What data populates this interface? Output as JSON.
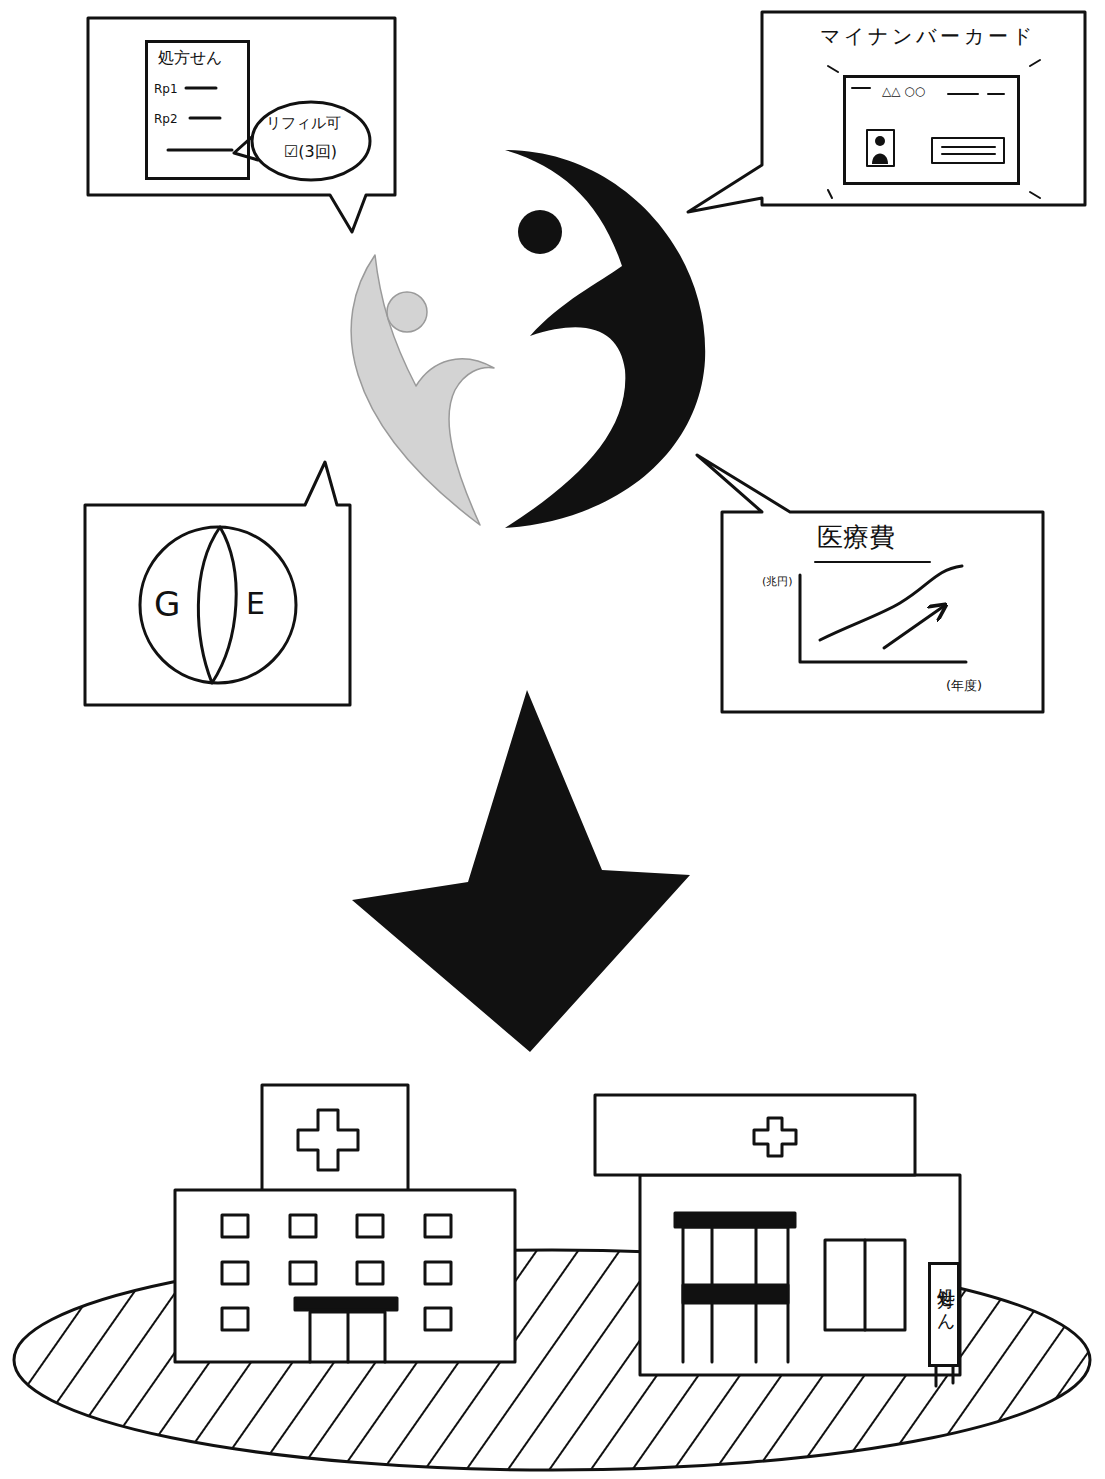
{
  "diagram": {
    "nodes": [
      {
        "text": [
          "処方せん",
          "Rp1",
          "Rp2"
        ]
      },
      {
        "text": [
          "リフィル可",
          "☑(3回)"
        ]
      },
      {
        "text": [
          "マイナンバーカード"
        ]
      },
      {
        "text": [
          "△△ ○○"
        ],
        "in": 2
      },
      {
        "text": [
          "G",
          "E"
        ]
      },
      {
        "text": [
          "医療費",
          "(兆円)",
          "(年度)"
        ]
      },
      {
        "text": [
          "処方せん"
        ]
      }
    ]
  }
}
